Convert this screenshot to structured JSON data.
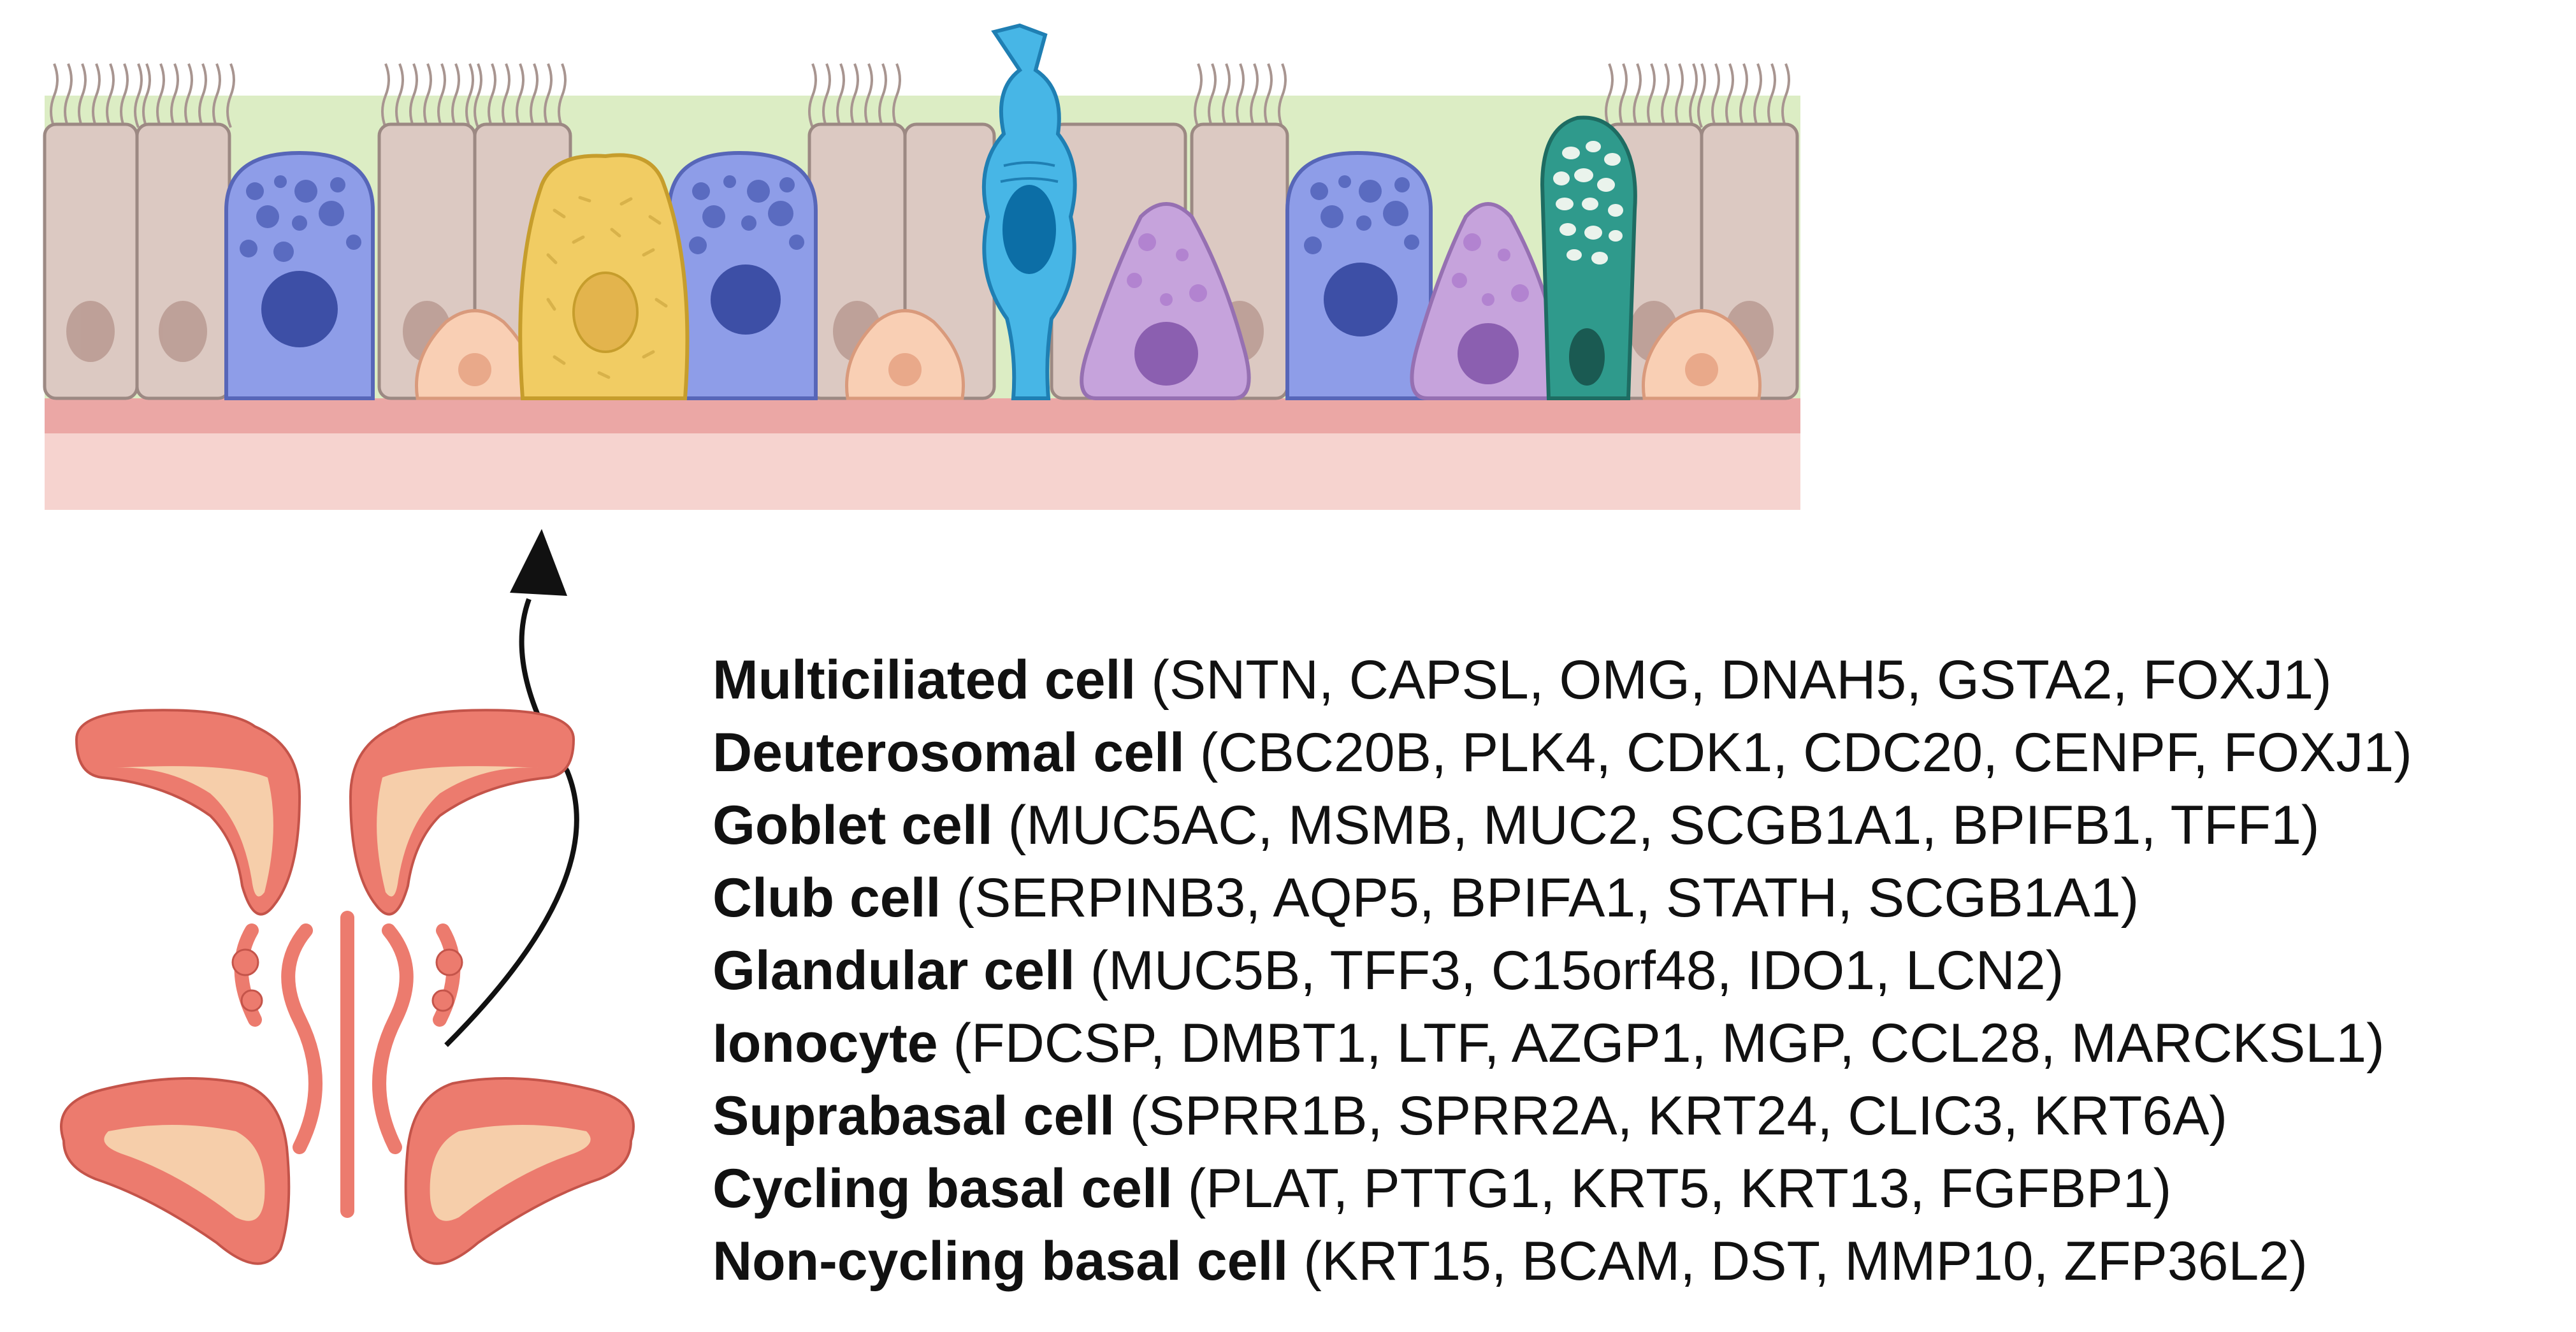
{
  "legend": {
    "items": [
      {
        "name": "Multiciliated cell",
        "markers": "(SNTN, CAPSL, OMG, DNAH5, GSTA2, FOXJ1)"
      },
      {
        "name": "Deuterosomal cell",
        "markers": "(CBC20B, PLK4, CDK1, CDC20, CENPF, FOXJ1)"
      },
      {
        "name": "Goblet cell",
        "markers": "(MUC5AC, MSMB, MUC2, SCGB1A1, BPIFB1, TFF1)"
      },
      {
        "name": "Club cell",
        "markers": "(SERPINB3, AQP5, BPIFA1, STATH, SCGB1A1)"
      },
      {
        "name": "Glandular cell",
        "markers": "(MUC5B, TFF3, C15orf48, IDO1, LCN2)"
      },
      {
        "name": "Ionocyte",
        "markers": "(FDCSP, DMBT1, LTF, AZGP1, MGP, CCL28, MARCKSL1)"
      },
      {
        "name": "Suprabasal cell",
        "markers": "(SPRR1B, SPRR2A, KRT24, CLIC3, KRT6A)"
      },
      {
        "name": "Cycling basal cell",
        "markers": "(PLAT, PTTG1, KRT5, KRT13, FGFBP1)"
      },
      {
        "name": "Non-cycling basal cell",
        "markers": "(KRT15, BCAM, DST, MMP10, ZFP36L2)"
      }
    ]
  },
  "colors": {
    "mucus_layer": "#dcedc4",
    "basement_membrane": "#eba7a5",
    "lamina_propria": "#f6d3cf",
    "ciliated_cell": "#dcc9c2",
    "goblet_cell": "#8e9de8",
    "suprabasal_cell": "#f9cfb4",
    "club_cell": "#f1cc63",
    "ionocyte": "#47b6e6",
    "basal_cell": "#c6a3dc",
    "glandular_cell": "#2f9a8c",
    "sinus_dark": "#ec7b6e",
    "sinus_light": "#f6ceaa"
  }
}
